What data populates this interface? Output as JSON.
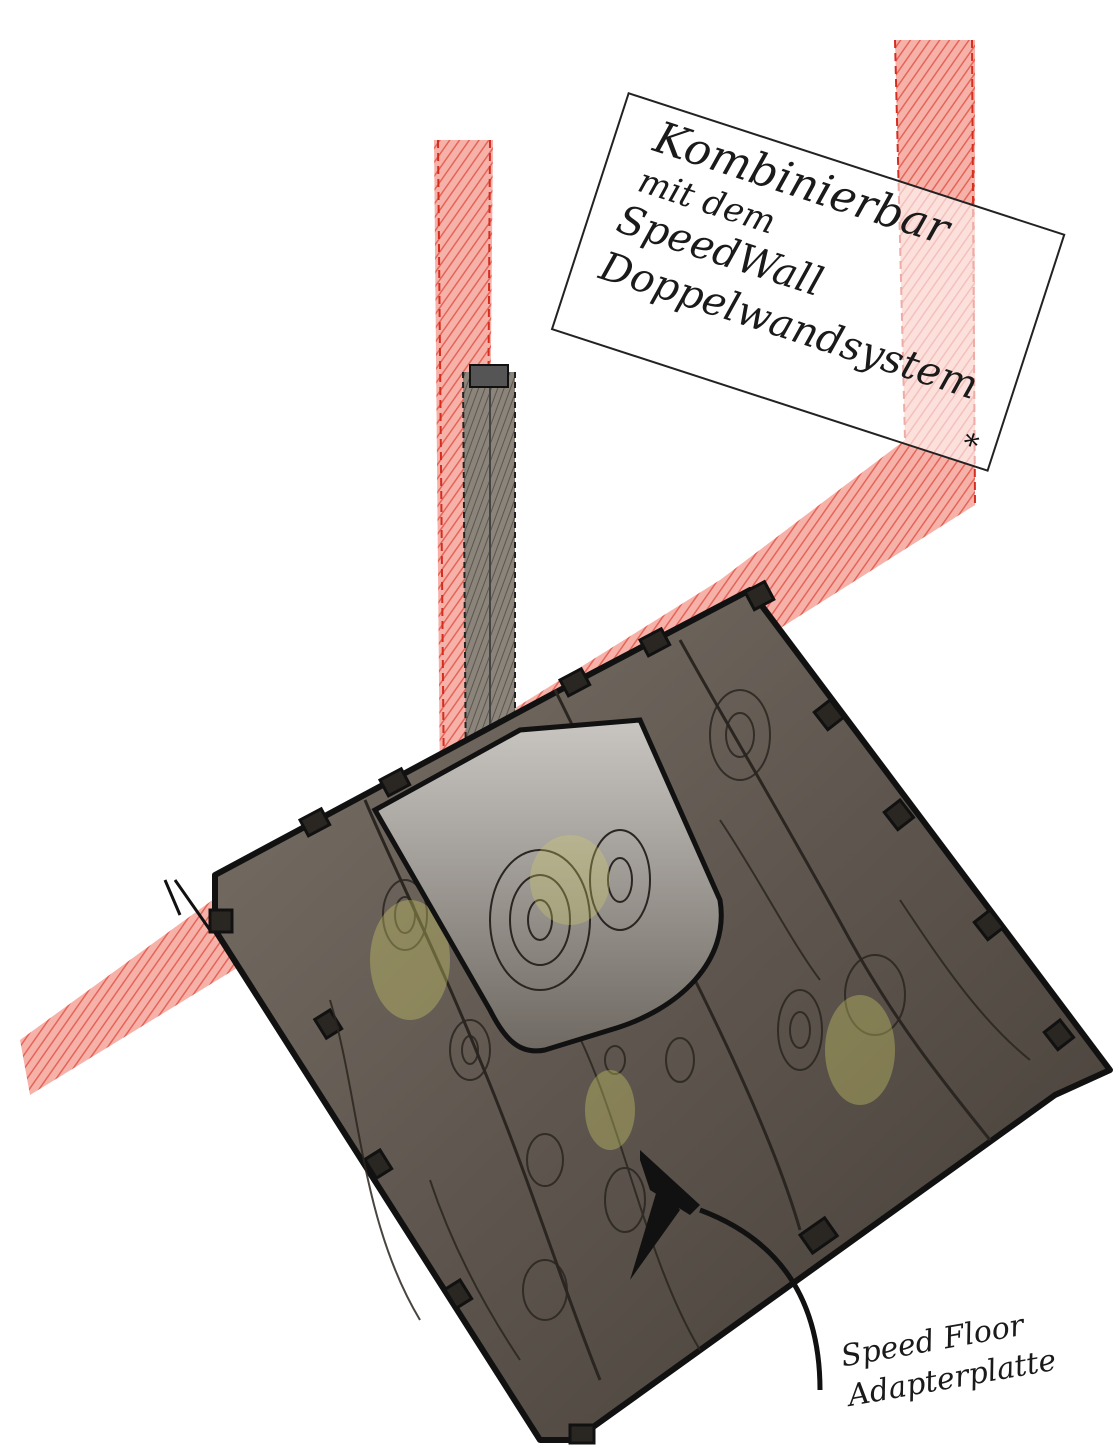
{
  "note": {
    "lines": [
      "Kombinierbar",
      "mit dem",
      "SpeedWall",
      "Doppelwandsystem"
    ],
    "asterisk": "*"
  },
  "callout": {
    "lines": [
      "Speed Floor",
      "Adapterplatte"
    ]
  },
  "colors": {
    "wall_red": "#e8574a",
    "board_dark": "#3a3530",
    "board_mid": "#6d655c",
    "board_light": "#9a938a",
    "grain": "#2a2520",
    "yellow_tint": "#d8d46a",
    "outline": "#111111"
  }
}
